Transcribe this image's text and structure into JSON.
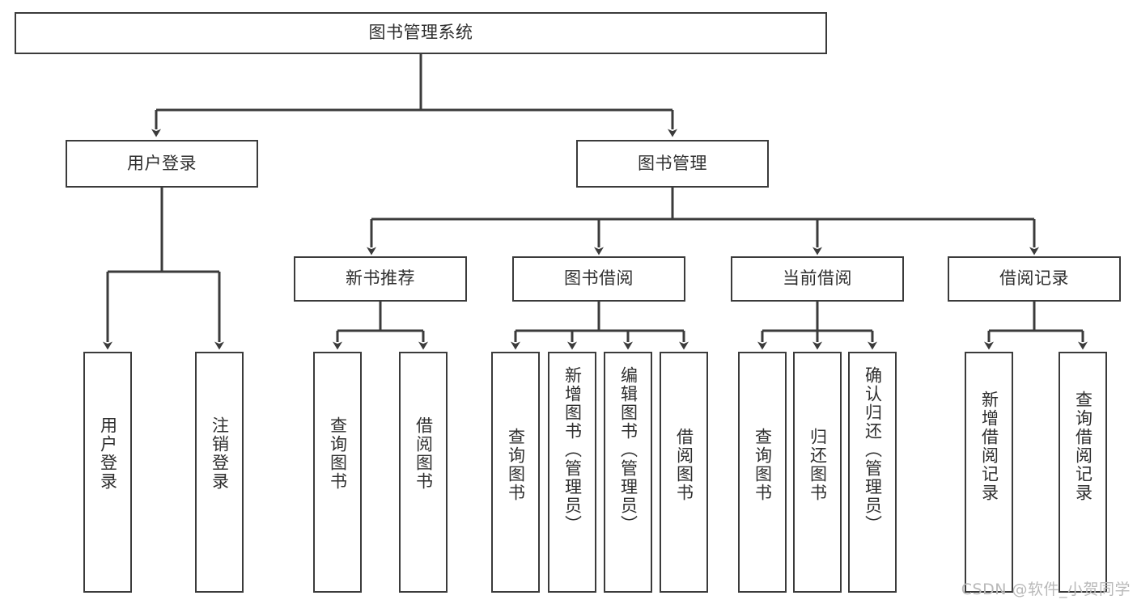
{
  "diagram": {
    "type": "tree-hierarchy",
    "title": "图书管理系统",
    "watermark": "CSDN @软件_小贺同学",
    "colors": {
      "stroke": "#3b3b3b",
      "text": "#2f2f2f",
      "background": "#ffffff",
      "watermark": "#b9b9b9"
    },
    "nodes": {
      "root": {
        "label": "图书管理系统"
      },
      "level1": [
        {
          "id": "user-login",
          "label": "用户登录"
        },
        {
          "id": "book-manage",
          "label": "图书管理"
        }
      ],
      "level2": [
        {
          "id": "new-book-rec",
          "label": "新书推荐"
        },
        {
          "id": "book-borrow",
          "label": "图书借阅"
        },
        {
          "id": "current-borrow",
          "label": "当前借阅"
        },
        {
          "id": "borrow-record",
          "label": "借阅记录"
        }
      ],
      "leaves": {
        "user-login": [
          {
            "id": "leaf-user-login",
            "label": "用户登录"
          },
          {
            "id": "leaf-user-logout",
            "label": "注销登录"
          }
        ],
        "new-book-rec": [
          {
            "id": "leaf-query-book-1",
            "label": "查询图书"
          },
          {
            "id": "leaf-borrow-book-1",
            "label": "借阅图书"
          }
        ],
        "book-borrow": [
          {
            "id": "leaf-query-book-2",
            "label": "查询图书"
          },
          {
            "id": "leaf-add-book",
            "label": "新增图书（管理员）"
          },
          {
            "id": "leaf-edit-book",
            "label": "编辑图书（管理员）"
          },
          {
            "id": "leaf-borrow-book-2",
            "label": "借阅图书"
          }
        ],
        "current-borrow": [
          {
            "id": "leaf-query-book-3",
            "label": "查询图书"
          },
          {
            "id": "leaf-return-book",
            "label": "归还图书"
          },
          {
            "id": "leaf-confirm-return",
            "label": "确认归还（管理员）"
          }
        ],
        "borrow-record": [
          {
            "id": "leaf-add-record",
            "label": "新增借阅记录"
          },
          {
            "id": "leaf-query-record",
            "label": "查询借阅记录"
          }
        ]
      }
    },
    "edges": [
      {
        "from": "图书管理系统",
        "to": "用户登录"
      },
      {
        "from": "图书管理系统",
        "to": "图书管理"
      },
      {
        "from": "用户登录",
        "to": "用户登录"
      },
      {
        "from": "用户登录",
        "to": "注销登录"
      },
      {
        "from": "图书管理",
        "to": "新书推荐"
      },
      {
        "from": "图书管理",
        "to": "图书借阅"
      },
      {
        "from": "图书管理",
        "to": "当前借阅"
      },
      {
        "from": "图书管理",
        "to": "借阅记录"
      },
      {
        "from": "新书推荐",
        "to": "查询图书"
      },
      {
        "from": "新书推荐",
        "to": "借阅图书"
      },
      {
        "from": "图书借阅",
        "to": "查询图书"
      },
      {
        "from": "图书借阅",
        "to": "新增图书（管理员）"
      },
      {
        "from": "图书借阅",
        "to": "编辑图书（管理员）"
      },
      {
        "from": "图书借阅",
        "to": "借阅图书"
      },
      {
        "from": "当前借阅",
        "to": "查询图书"
      },
      {
        "from": "当前借阅",
        "to": "归还图书"
      },
      {
        "from": "当前借阅",
        "to": "确认归还（管理员）"
      },
      {
        "from": "借阅记录",
        "to": "新增借阅记录"
      },
      {
        "from": "借阅记录",
        "to": "查询借阅记录"
      }
    ]
  }
}
